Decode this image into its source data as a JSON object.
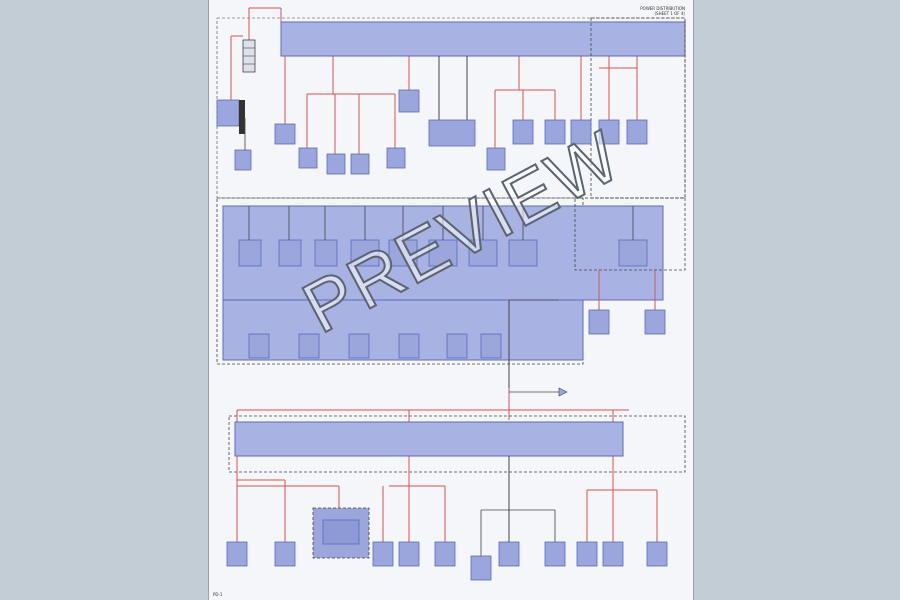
{
  "header": {
    "lines": [
      "POWER DISTRIBUTION",
      "(SHEET 1 OF 4)"
    ]
  },
  "page_id": "PD-1",
  "watermark": "PREVIEW",
  "colors": {
    "sheet": "#f4f6f9",
    "panel_fill": "#a9b3e3",
    "panel_stroke": "#5b6bbd",
    "box_fill": "#9aa6dc",
    "wire_red": "#d9534f",
    "wire_dark": "#444444",
    "dash": "#444444"
  }
}
